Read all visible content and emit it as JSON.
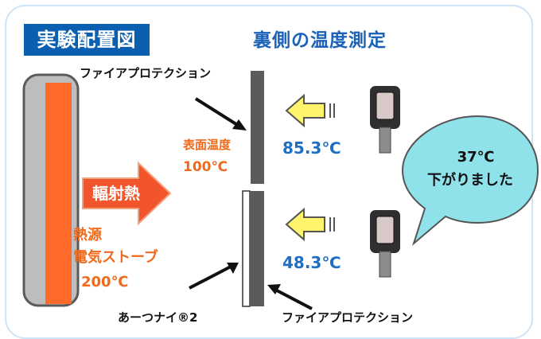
{
  "title": "実験配置図",
  "subtitle": "裏側の温度測定",
  "labels": {
    "fire_protection_top": "ファイアプロテクション",
    "fire_protection_bottom": "ファイアプロテクション",
    "surface_temp_label": "表面温度",
    "surface_temp_value": "100℃",
    "radiant_heat": "輻射熱",
    "heat_source_line1": "熱源",
    "heat_source_line2": "電気ストーブ",
    "heat_source_temp": "200℃",
    "atsutsunai": "あーつナイ®2",
    "reading_top": "85.3℃",
    "reading_bottom": "48.3℃"
  },
  "callout": {
    "line1": "37℃",
    "line2": "下がりました"
  },
  "colors": {
    "title_bg": "#0b5fb0",
    "subtitle_text": "#1c63b8",
    "heater_fill": "#ff6a2b",
    "heater_case": "#bdbdbd",
    "orange_text": "#f16a1c",
    "blue_text": "#1e6fc4",
    "arrow_yellow": "#fff46b",
    "arrow_orange": "#f2552b",
    "callout_fill": "#8fe1ea",
    "panel_gray": "#5b5b5b"
  }
}
